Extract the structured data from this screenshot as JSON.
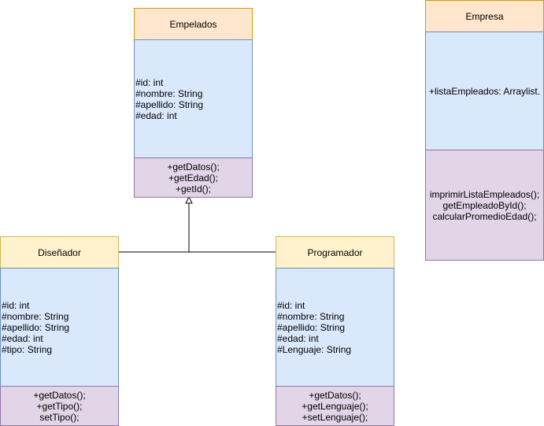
{
  "colors": {
    "header_fill": "#ffe6cc",
    "header_stroke": "#d79b00",
    "header_fill_alt": "#fff2cc",
    "header_stroke_alt": "#d6b656",
    "attrs_fill": "#dae8fc",
    "attrs_stroke": "#6c8ebf",
    "methods_fill": "#e1d5e7",
    "methods_stroke": "#9673a6",
    "connector": "#000000"
  },
  "classes": {
    "empleados": {
      "name": "Empelados",
      "attributes": [
        "#id: int",
        "#nombre: String",
        "#apellido: String",
        "#edad: int"
      ],
      "methods": [
        "+getDatos();",
        "+getEdad();",
        "+getId();"
      ]
    },
    "empresa": {
      "name": "Empresa",
      "attributes": [
        "+listaEmpleados: Arraylist."
      ],
      "methods": [
        "imprimirListaEmpleados();",
        "getEmpleadoById();",
        "calcularPromedioEdad();"
      ]
    },
    "disenador": {
      "name": "Diseñador",
      "attributes": [
        "#id: int",
        "#nombre: String",
        "#apellido: String",
        "#edad: int",
        "#tipo: String"
      ],
      "methods": [
        "+getDatos();",
        "+getTipo();",
        "setTipo();"
      ]
    },
    "programador": {
      "name": "Programador",
      "attributes": [
        "#id: int",
        "#nombre: String",
        "#apellido: String",
        "#edad: int",
        "#Lenguaje: String"
      ],
      "methods": [
        "+getDatos();",
        "+getLenguaje();",
        "+setLenguaje();"
      ]
    }
  }
}
